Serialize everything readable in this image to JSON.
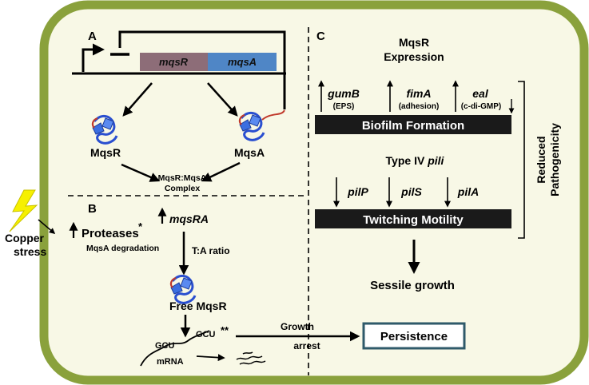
{
  "colors": {
    "cell_fill": "#f8f8e6",
    "cell_border": "#8aa13c",
    "bolt": "#f6f000",
    "mqsR_gene": "#8d6d78",
    "mqsA_gene": "#4f86c6",
    "bar": "#1a1a1a",
    "persistence_border": "#2f5a6a"
  },
  "icons": {
    "lightning": "lightning-bolt-icon",
    "protein": "protein-ribbon-icon"
  },
  "panel_a": {
    "label": "A",
    "gene_r": "mqsR",
    "gene_a": "mqsA",
    "protein_r": "MqsR",
    "protein_a": "MqsA",
    "complex_line1": "MqsR:MqsA",
    "complex_line2": "Complex"
  },
  "panel_b": {
    "label": "B",
    "proteases": "Proteases",
    "asterisk": "*",
    "degradation": "MqsA degradation",
    "mqsra": "mqsRA",
    "ta_ratio": "T:A ratio",
    "free_mqsr": "Free MqsR",
    "gcu1": "GCU",
    "gcu2": "GCU",
    "double_asterisk": "**",
    "mrna": "mRNA",
    "growth": "Growth",
    "arrest": "arrest",
    "persistence": "Persistence"
  },
  "panel_c": {
    "label": "C",
    "title_line1": "MqsR",
    "title_line2": "Expression",
    "gumb": "gumB",
    "gumb_sub": "(EPS)",
    "fima": "fimA",
    "fima_sub": "(adhesion)",
    "eal": "eal",
    "eal_sub": "(c-di-GMP)",
    "biofilm": "Biofilm Formation",
    "type_iv": "Type IV",
    "pili": "pili",
    "pilp": "pilP",
    "pils": "pilS",
    "pila": "pilA",
    "twitching": "Twitching Motility",
    "sessile": "Sessile growth",
    "reduced": "Reduced",
    "pathogenicity": "Pathogenicity"
  },
  "external": {
    "copper": "Copper",
    "stress": "stress"
  }
}
